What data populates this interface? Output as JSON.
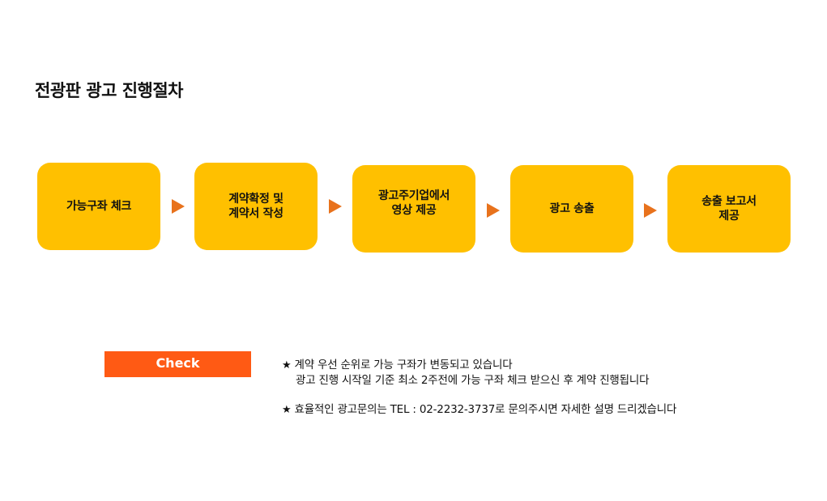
{
  "page": {
    "title": "전광판 광고 진행절차"
  },
  "steps": [
    {
      "label": "가능구좌 체크"
    },
    {
      "label": "계약확정 및\n계약서 작성"
    },
    {
      "label": "광고주기업에서\n영상 제공"
    },
    {
      "label": "광고 송출"
    },
    {
      "label": "송출 보고서\n제공"
    }
  ],
  "check": {
    "label": "Check"
  },
  "notes": {
    "star_glyph": "★",
    "line1": "계약 우선 순위로 가능 구좌가 변동되고 있습니다",
    "line2": "광고 진행 시작일 기준 최소 2주전에 가능 구좌 체크 받으신 후 계약 진행됩니다",
    "line3": "효율적인 광고문의는 TEL : 02-2232-3737로 문의주시면 자세한 설명 드리겠습니다"
  },
  "colors": {
    "step_fill": "#FFC000",
    "arrow": "#E8721C",
    "check_fill": "#FF5A14"
  }
}
